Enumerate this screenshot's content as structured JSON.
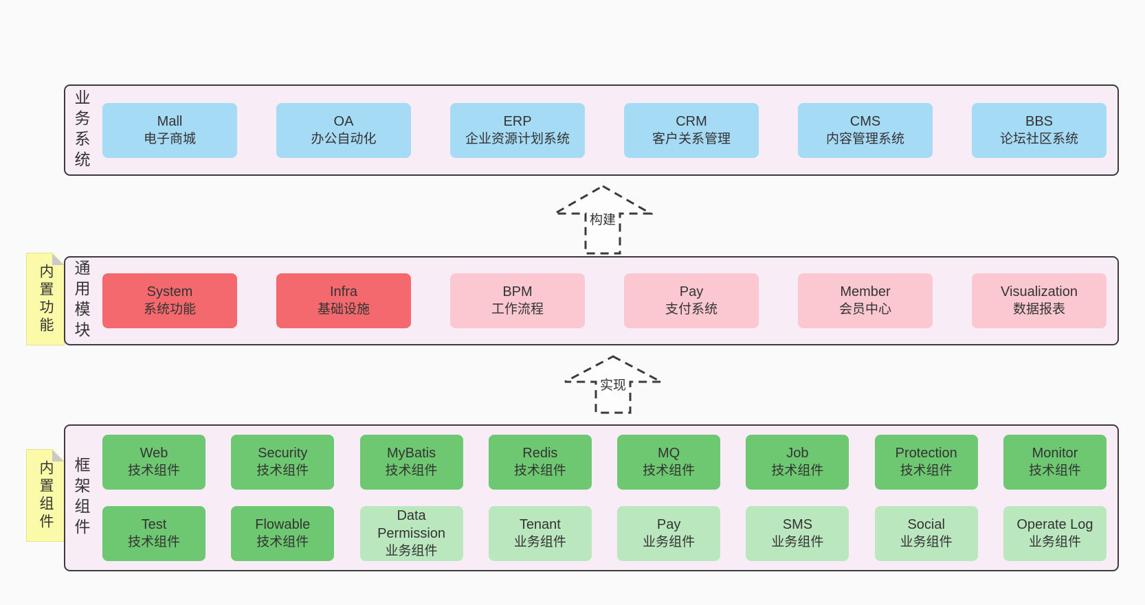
{
  "diagram": {
    "colors": {
      "page_bg": "#fafafa",
      "layer_bg": "#f8edf7",
      "layer_border": "#3b3b3b",
      "box_blue": "#a6dbf5",
      "box_red": "#f4696d",
      "box_pink": "#fbc8d2",
      "box_green": "#6ec871",
      "box_lightgreen": "#bbe7bf",
      "note_yellow": "#fafaa8",
      "text": "#333333"
    },
    "arrows": [
      {
        "label": "构建"
      },
      {
        "label": "实现"
      }
    ],
    "layers": [
      {
        "label": "业务系统",
        "note": "",
        "rows": [
          [
            {
              "name": "Mall",
              "desc": "电子商城",
              "variant": "blue"
            },
            {
              "name": "OA",
              "desc": "办公自动化",
              "variant": "blue"
            },
            {
              "name": "ERP",
              "desc": "企业资源计划系统",
              "variant": "blue"
            },
            {
              "name": "CRM",
              "desc": "客户关系管理",
              "variant": "blue"
            },
            {
              "name": "CMS",
              "desc": "内容管理系统",
              "variant": "blue"
            },
            {
              "name": "BBS",
              "desc": "论坛社区系统",
              "variant": "blue"
            }
          ]
        ]
      },
      {
        "label": "通用模块",
        "note": "内置功能",
        "rows": [
          [
            {
              "name": "System",
              "desc": "系统功能",
              "variant": "red"
            },
            {
              "name": "Infra",
              "desc": "基础设施",
              "variant": "red"
            },
            {
              "name": "BPM",
              "desc": "工作流程",
              "variant": "pink"
            },
            {
              "name": "Pay",
              "desc": "支付系统",
              "variant": "pink"
            },
            {
              "name": "Member",
              "desc": "会员中心",
              "variant": "pink"
            },
            {
              "name": "Visualization",
              "desc": "数据报表",
              "variant": "pink"
            }
          ]
        ]
      },
      {
        "label": "框架组件",
        "note": "内置组件",
        "rows": [
          [
            {
              "name": "Web",
              "desc": "技术组件",
              "variant": "green"
            },
            {
              "name": "Security",
              "desc": "技术组件",
              "variant": "green"
            },
            {
              "name": "MyBatis",
              "desc": "技术组件",
              "variant": "green"
            },
            {
              "name": "Redis",
              "desc": "技术组件",
              "variant": "green"
            },
            {
              "name": "MQ",
              "desc": "技术组件",
              "variant": "green"
            },
            {
              "name": "Job",
              "desc": "技术组件",
              "variant": "green"
            },
            {
              "name": "Protection",
              "desc": "技术组件",
              "variant": "green"
            },
            {
              "name": "Monitor",
              "desc": "技术组件",
              "variant": "green"
            }
          ],
          [
            {
              "name": "Test",
              "desc": "技术组件",
              "variant": "green"
            },
            {
              "name": "Flowable",
              "desc": "技术组件",
              "variant": "green"
            },
            {
              "name": "Data Permission",
              "desc": "业务组件",
              "variant": "lightgreen"
            },
            {
              "name": "Tenant",
              "desc": "业务组件",
              "variant": "lightgreen"
            },
            {
              "name": "Pay",
              "desc": "业务组件",
              "variant": "lightgreen"
            },
            {
              "name": "SMS",
              "desc": "业务组件",
              "variant": "lightgreen"
            },
            {
              "name": "Social",
              "desc": "业务组件",
              "variant": "lightgreen"
            },
            {
              "name": "Operate Log",
              "desc": "业务组件",
              "variant": "lightgreen"
            }
          ]
        ]
      }
    ]
  }
}
